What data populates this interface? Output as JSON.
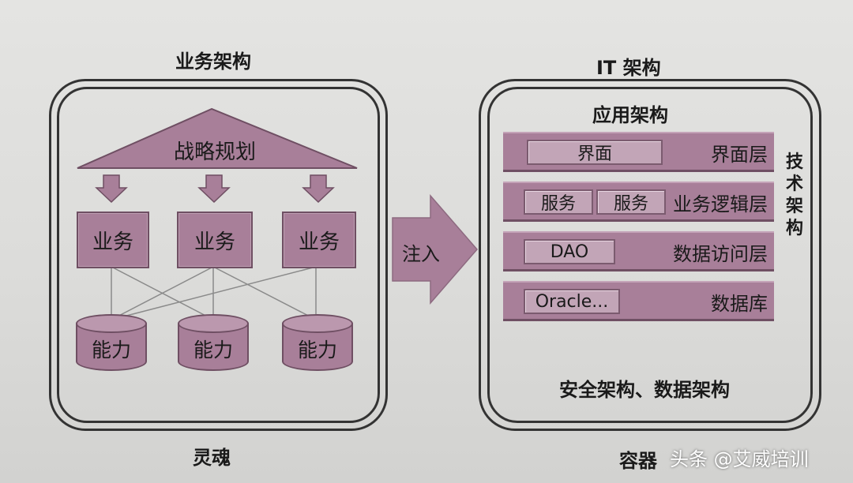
{
  "left": {
    "title": "业务架构",
    "strategy": "战略规划",
    "businesses": [
      "业务",
      "业务",
      "业务"
    ],
    "capabilities": [
      "能力",
      "能力",
      "能力"
    ],
    "caption": "灵魂"
  },
  "inject": "注入",
  "right": {
    "title": "IT 架构",
    "app_title": "应用架构",
    "layers": [
      {
        "tabs": [
          "界面"
        ],
        "label": "界面层"
      },
      {
        "tabs": [
          "服务",
          "服务"
        ],
        "label": "业务逻辑层"
      },
      {
        "tabs": [
          "DAO"
        ],
        "label": "数据访问层"
      },
      {
        "tabs": [
          "Oracle..."
        ],
        "label": "数据库"
      }
    ],
    "tech_vertical": [
      "技",
      "术",
      "架",
      "构"
    ],
    "bottom_text": "安全架构、数据架构",
    "caption": "容器"
  },
  "watermark": "头条 @艾威培训",
  "colors": {
    "box": "#a87f99",
    "border": "#6f4f63",
    "arrow": "#a87f99"
  }
}
